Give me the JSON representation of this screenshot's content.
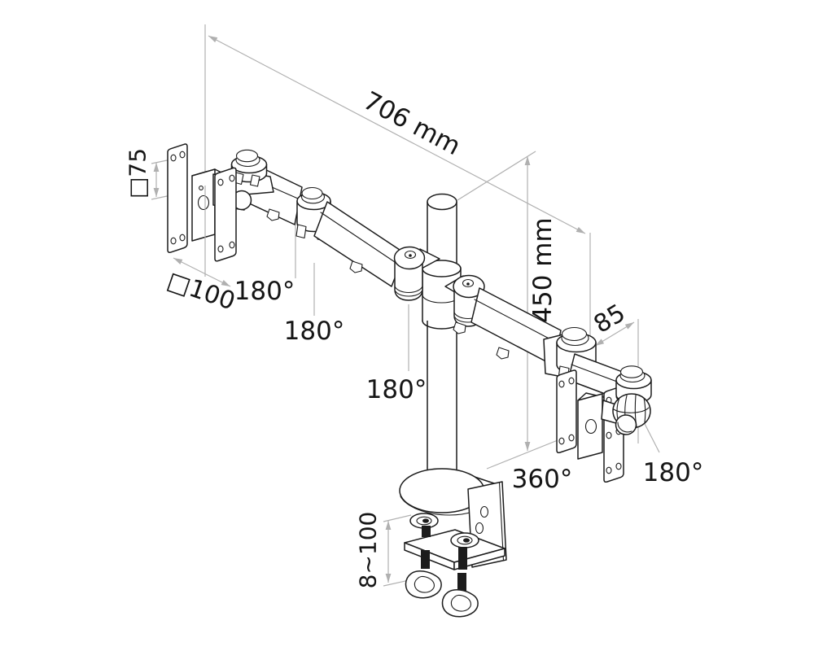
{
  "page": {
    "background": "#ffffff"
  },
  "colors": {
    "artwork_line": "#1c1c1c",
    "dimension_line": "#b0b0b0",
    "label_text": "#151515"
  },
  "annotations": {
    "arm_reach": {
      "text": "706 mm"
    },
    "pole_height": {
      "text": "450 mm"
    },
    "end_offset": {
      "text": "85"
    },
    "vesa_75": {
      "text": "□75"
    },
    "vesa_100": {
      "text": "□100"
    },
    "swivel_joint_1": {
      "text": "180°"
    },
    "swivel_joint_2": {
      "text": "180°"
    },
    "swivel_joint_3": {
      "text": "180°"
    },
    "swivel_end": {
      "text": "180°"
    },
    "pole_rotation": {
      "text": "360°"
    },
    "clamp_range": {
      "text": "8~100"
    }
  }
}
